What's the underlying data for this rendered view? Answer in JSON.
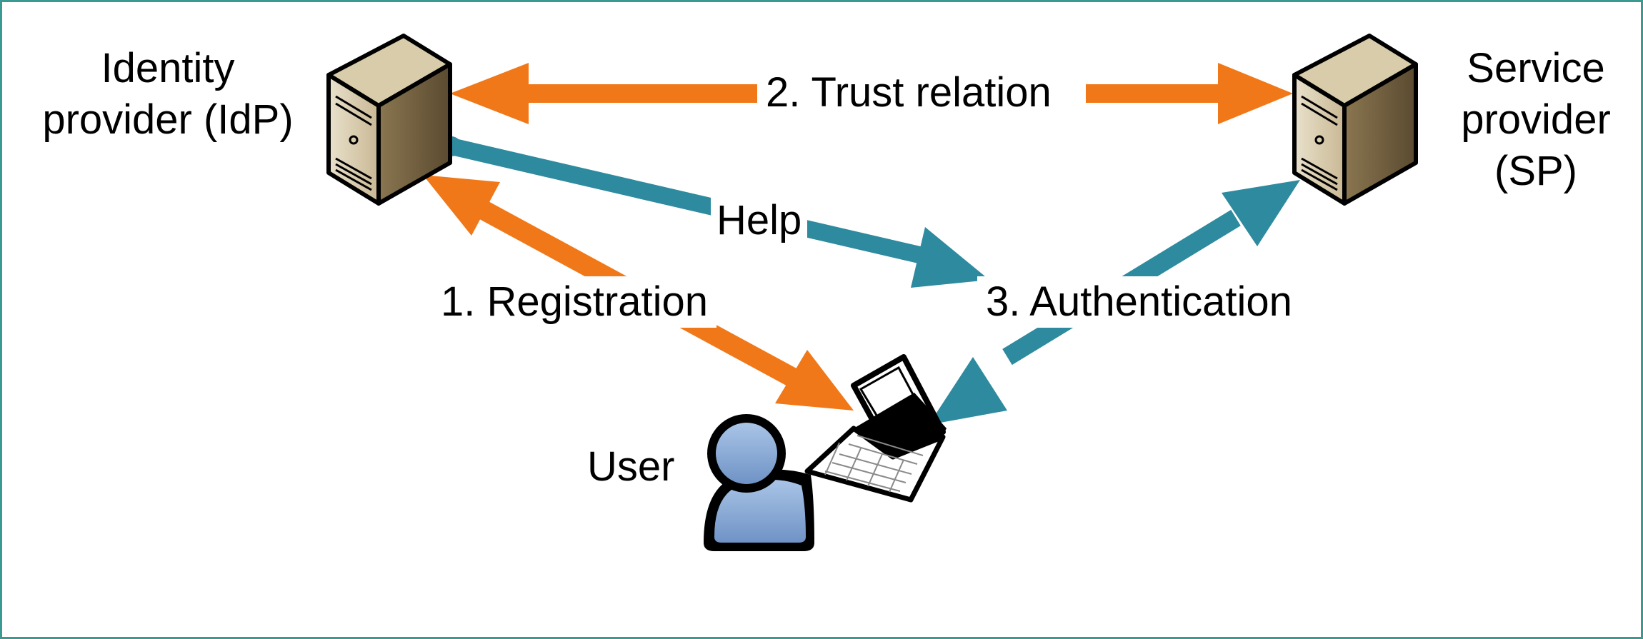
{
  "nodes": {
    "idp": {
      "label_line1": "Identity",
      "label_line2": "provider (IdP)"
    },
    "sp": {
      "label_line1": "Service",
      "label_line2": "provider",
      "label_line3": "(SP)"
    },
    "user": {
      "label": "User"
    }
  },
  "edges": {
    "registration": "1. Registration",
    "trust": "2. Trust relation",
    "authentication": "3. Authentication",
    "help": "Help"
  },
  "colors": {
    "orange": "#f07818",
    "teal": "#2e8a9e",
    "border": "#3a9a92",
    "user_fill": "#8fb0d8"
  },
  "icons": {
    "idp": "server-icon",
    "sp": "server-icon",
    "user": "user-icon",
    "laptop": "laptop-icon"
  }
}
